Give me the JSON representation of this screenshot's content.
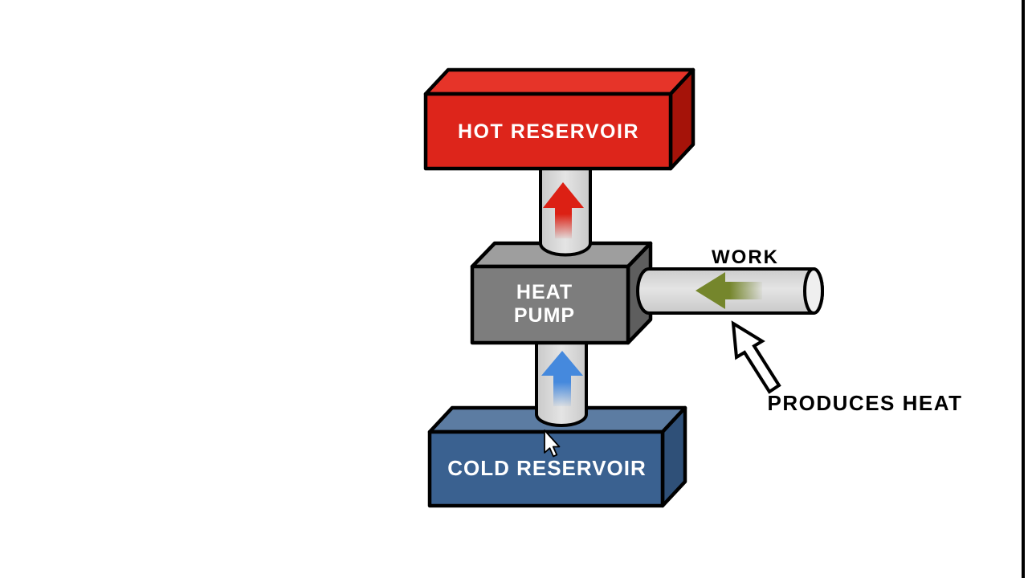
{
  "page": {
    "background_color": "#ffffff",
    "right_edge_line_color": "#000000"
  },
  "diagram": {
    "hot_reservoir": {
      "label": "HOT RESERVOIR",
      "label_color": "#ffffff",
      "front_color": "#dd251b",
      "top_color": "#e63429",
      "side_color": "#a51309"
    },
    "heat_pump": {
      "label": "HEAT\nPUMP",
      "label_color": "#ffffff",
      "front_color": "#7d7d7d",
      "top_color": "#9e9e9e",
      "side_color": "#5e5e5e"
    },
    "cold_reservoir": {
      "label": "COLD RESERVOIR",
      "label_color": "#ffffff",
      "front_color": "#3a6190",
      "top_color": "#5c7ca2",
      "side_color": "#2f5078"
    },
    "work_input": {
      "label": "WORK",
      "label_color": "#000000",
      "arrow_color": "#75862c"
    },
    "produces_heat": {
      "label": "PRODUCES HEAT",
      "label_color": "#000000",
      "arrow_fill": "#ffffff",
      "arrow_outline": "#000000"
    },
    "pipes": {
      "fill": "#d7d7d7",
      "cap_fill": "#efefef",
      "outline": "#000000"
    },
    "hot_flow_arrow_color": "#dc2014",
    "cold_flow_arrow_color": "#4589dd",
    "cursor_icon": "mouse-arrow-pointer"
  }
}
